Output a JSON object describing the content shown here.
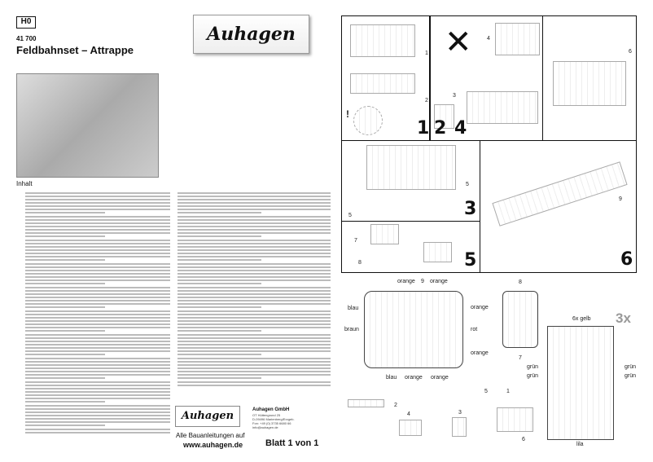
{
  "header": {
    "scale": "H0",
    "article_number": "41 700",
    "title": "Feldbahnset – Attrappe",
    "logo": "Auhagen"
  },
  "section_label": "Inhalt",
  "footer": {
    "logo": "Auhagen",
    "company": "Auhagen GmbH",
    "address_lines": [
      "OT Hüttengrund 25",
      "D-09496 Marienberg/Erzgeb.",
      "Fon: +49 (0) 3735 6680 66",
      "info@auhagen.de"
    ],
    "instructions_line1": "Alle Bauanleitungen auf",
    "instructions_url": "www.auhagen.de",
    "sheet": "Blatt 1 von 1"
  },
  "steps": {
    "s1": "1",
    "s2": "2",
    "s4": "4",
    "s3": "3",
    "s5": "5",
    "s6": "6"
  },
  "callouts": {
    "p1": "1",
    "p2": "2",
    "p3": "3",
    "p4": "4",
    "p5": "5",
    "p5b": "5",
    "p6": "6",
    "p7": "7",
    "p8": "8",
    "p9": "9",
    "p9b": "9",
    "excl": "!"
  },
  "sprue_labels": {
    "orange": "orange",
    "nine": "9",
    "blau": "blau",
    "braun": "braun",
    "rot": "rot",
    "gelb": "6x gelb",
    "gruen": "grün",
    "lila": "lila",
    "three_x": "3x",
    "seven": "7",
    "eight": "8",
    "one": "1",
    "two": "2",
    "three": "3",
    "four": "4",
    "five": "5",
    "six": "6"
  }
}
